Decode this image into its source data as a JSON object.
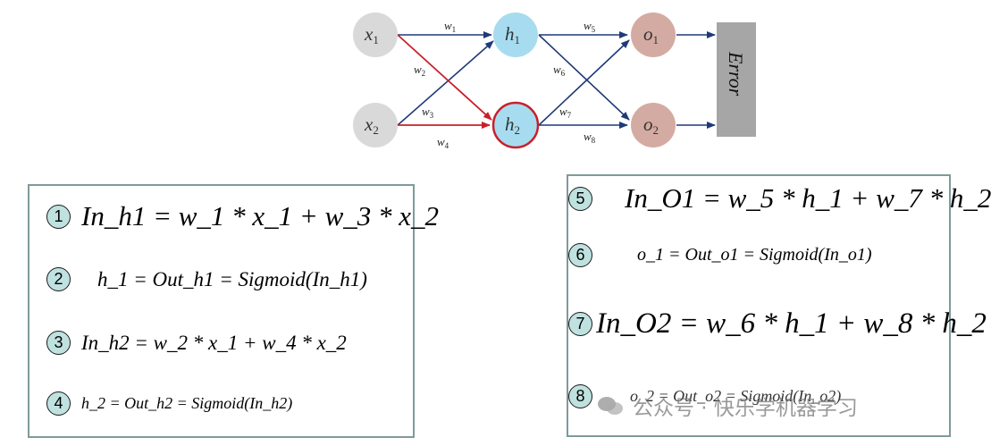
{
  "network": {
    "inputs": [
      {
        "letter": "x",
        "sub": "1"
      },
      {
        "letter": "x",
        "sub": "2"
      }
    ],
    "hidden": [
      {
        "letter": "h",
        "sub": "1"
      },
      {
        "letter": "h",
        "sub": "2"
      }
    ],
    "outputs": [
      {
        "letter": "o",
        "sub": "1"
      },
      {
        "letter": "o",
        "sub": "2"
      }
    ],
    "weights": [
      {
        "letter": "w",
        "sub": "1"
      },
      {
        "letter": "w",
        "sub": "2"
      },
      {
        "letter": "w",
        "sub": "3"
      },
      {
        "letter": "w",
        "sub": "4"
      },
      {
        "letter": "w",
        "sub": "5"
      },
      {
        "letter": "w",
        "sub": "6"
      },
      {
        "letter": "w",
        "sub": "7"
      },
      {
        "letter": "w",
        "sub": "8"
      }
    ],
    "error_label": "Error",
    "colors": {
      "input": "#d9d9d9",
      "hidden": "#a7dcf0",
      "output": "#d4aba2",
      "error_box": "#a6a6a6",
      "edge": "#1f3a78",
      "highlight": "#c8202a"
    }
  },
  "equations_left": [
    {
      "number": "1",
      "text": "In_h1 = w_1 * x_1 + w_3 * x_2"
    },
    {
      "number": "2",
      "text": "h_1 = Out_h1 = Sigmoid(In_h1)"
    },
    {
      "number": "3",
      "text": "In_h2 = w_2 * x_1 + w_4 * x_2"
    },
    {
      "number": "4",
      "text": "h_2 = Out_h2 = Sigmoid(In_h2)"
    }
  ],
  "equations_right": [
    {
      "number": "5",
      "text": "In_O1 = w_5 * h_1 + w_7 * h_2"
    },
    {
      "number": "6",
      "text": "o_1 = Out_o1 = Sigmoid(In_o1)"
    },
    {
      "number": "7",
      "text": "In_O2 = w_6 * h_1 + w_8 * h_2"
    },
    {
      "number": "8",
      "text": "o_2 = Out_o2 = Sigmoid(In_o2)"
    }
  ],
  "watermark": "公众号 · 快乐学机器学习"
}
